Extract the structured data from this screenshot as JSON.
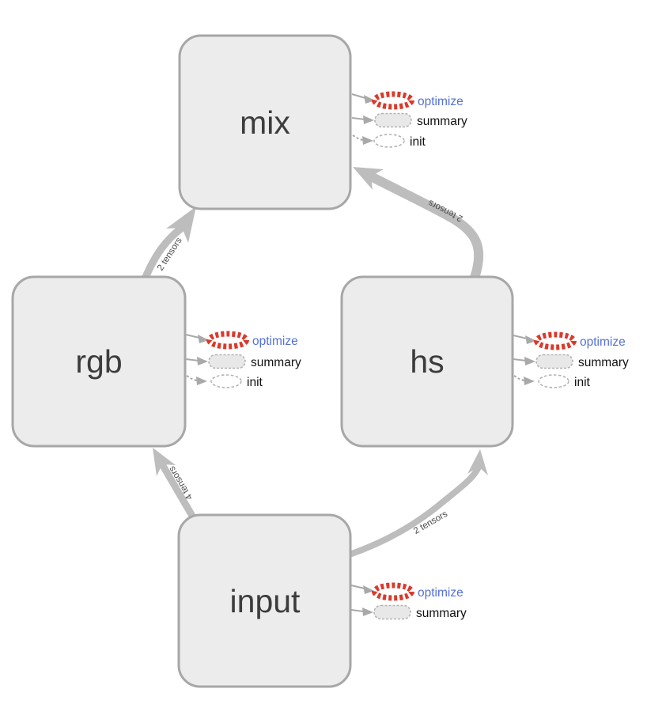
{
  "diagram": {
    "type": "dataflow-graph",
    "nodes": [
      {
        "id": "mix",
        "label": "mix",
        "satellites": [
          "optimize",
          "summary",
          "init"
        ]
      },
      {
        "id": "rgb",
        "label": "rgb",
        "satellites": [
          "optimize",
          "summary",
          "init"
        ]
      },
      {
        "id": "hs",
        "label": "hs",
        "satellites": [
          "optimize",
          "summary",
          "init"
        ]
      },
      {
        "id": "input",
        "label": "input",
        "satellites": [
          "optimize",
          "summary"
        ]
      }
    ],
    "edges": [
      {
        "from": "rgb",
        "to": "mix",
        "label": "2 tensors"
      },
      {
        "from": "hs",
        "to": "mix",
        "label": "2 tensors"
      },
      {
        "from": "input",
        "to": "rgb",
        "label": "4 tensors"
      },
      {
        "from": "input",
        "to": "hs",
        "label": "2 tensors"
      }
    ]
  },
  "colors": {
    "canvas_bg": "#ffffff",
    "node_fill": "#ececec",
    "node_border": "#a7a7a7",
    "node_text": "#3c3c3c",
    "edge": "#bdbdbd",
    "edge_text": "#4a4a4a",
    "sat_line": "#a9a9a9",
    "optimize_red": "#d93a2b",
    "optimize_blue": "#5470d6",
    "pill_fill": "#e8e8e8",
    "pill_border": "#b3b3b3",
    "icon_fill": "#ffffff"
  }
}
